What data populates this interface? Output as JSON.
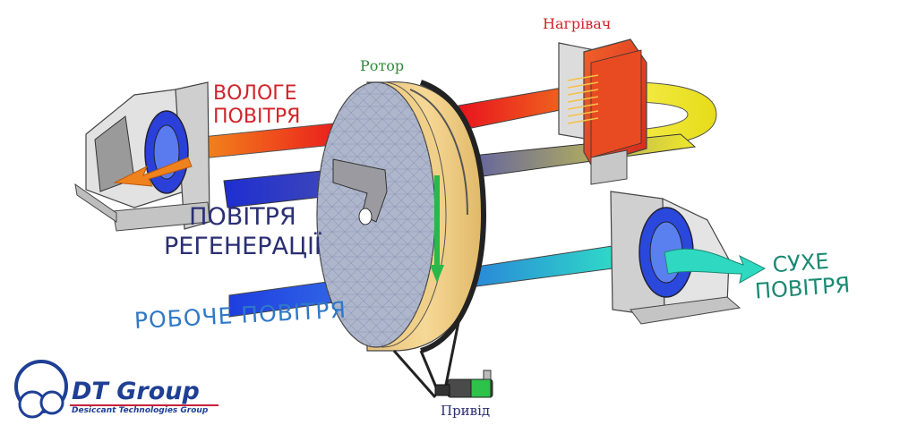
{
  "labels": {
    "wet_air": [
      "ВОЛОГЕ",
      "ПОВІТРЯ"
    ],
    "regeneration_air": [
      "ПОВІТРЯ",
      "РЕГЕНЕРАЦІЇ"
    ],
    "process_air": "РОБОЧЕ  ПОВІТРЯ",
    "dry_air": [
      "СУХЕ",
      "ПОВІТРЯ"
    ],
    "rotor": "Ротор",
    "heater": "Нагрівач",
    "drive": "Привід"
  },
  "logo": {
    "name": "DT Group",
    "tagline": "Desiccant Technologies Group"
  },
  "colors": {
    "hot": "#e8141e",
    "warm": "#f08a1c",
    "cool": "#1e40d8",
    "process": "#1e5ae6",
    "dry": "#2fd8c0",
    "heater": "#e8482a",
    "rotor_face": "#aeb6cc",
    "rotor_rim": "#f3cf86",
    "brand": "#1f3f95"
  }
}
